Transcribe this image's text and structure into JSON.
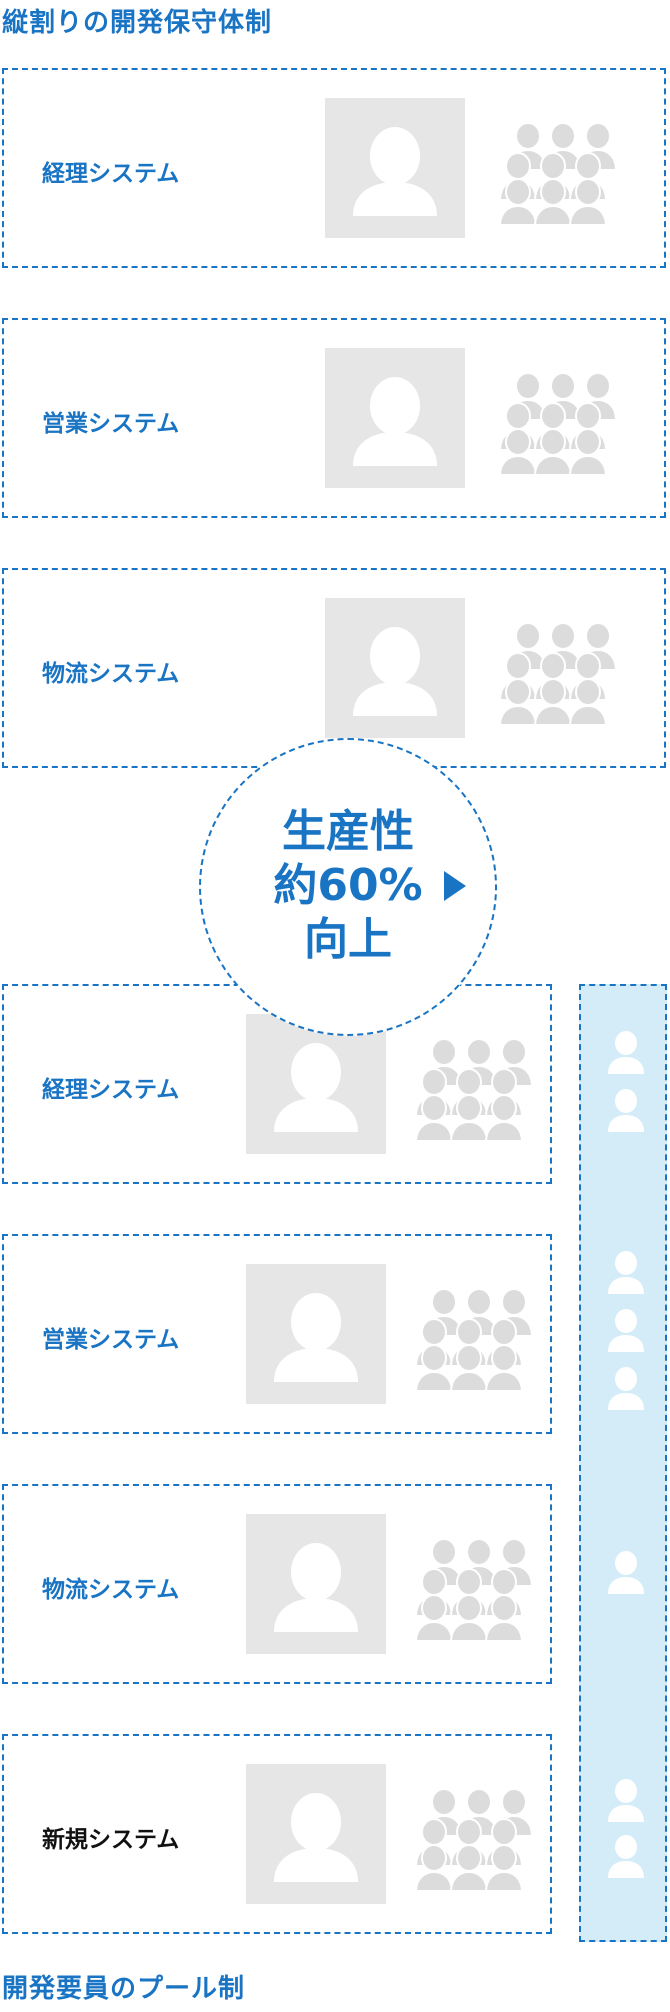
{
  "top_title": "縦割りの開発保守体制",
  "bottom_title": "開発要員のプール制",
  "top_systems": [
    {
      "label": "経理システム"
    },
    {
      "label": "営業システム"
    },
    {
      "label": "物流システム"
    }
  ],
  "bottom_systems": [
    {
      "label": "経理システム"
    },
    {
      "label": "営業システム"
    },
    {
      "label": "物流システム"
    },
    {
      "label": "新規システム"
    }
  ],
  "badge": {
    "line1": "生産性",
    "line2": "約60%",
    "line3": "向上"
  },
  "colors": {
    "accent": "#1a74c4",
    "pool_bg": "#d3ecf7",
    "placeholder": "#e6e6e6",
    "person_gray": "#dcdcdc"
  },
  "icons": {
    "manager": "person-silhouette-icon",
    "team": "team-group-icon",
    "pool_member": "pool-member-icon",
    "arrow": "play-arrow-icon"
  }
}
